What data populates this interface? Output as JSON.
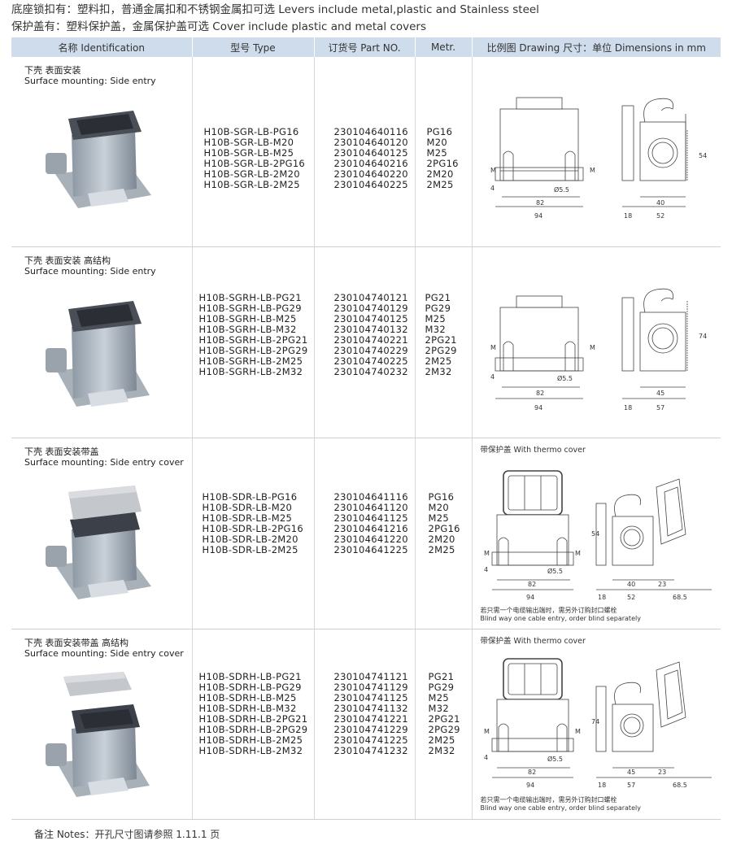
{
  "intro": {
    "line1": "底座锁扣有：塑料扣，普通金属扣和不锈钢金属扣可选 Levers include metal,plastic and Stainless steel",
    "line2": "保护盖有：塑料保护盖，金属保护盖可选 Cover include plastic and metal  covers"
  },
  "table": {
    "headers": [
      "名称 Identification",
      "型号 Type",
      "订货号 Part NO.",
      "Metr.",
      "比例图 Drawing   尺寸：单位 Dimensions in mm"
    ],
    "rows": [
      {
        "name_cn": "下壳  表面安装",
        "name_en": "Surface mounting: Side entry",
        "types": [
          "H10B-SGR-LB-PG16",
          "H10B-SGR-LB-M20",
          "H10B-SGR-LB-M25",
          "H10B-SGR-LB-2PG16",
          "H10B-SGR-LB-2M20",
          "H10B-SGR-LB-2M25"
        ],
        "parts": [
          "230104640116",
          "230104640120",
          "230104640125",
          "230104640216",
          "230104640220",
          "230104640225"
        ],
        "metr": [
          "PG16",
          "M20",
          "M25",
          "2PG16",
          "2M20",
          "2M25"
        ],
        "dims": {
          "m": "M",
          "four": "4",
          "h": "54",
          "w1": "82",
          "w2": "94",
          "hole": "Ø5.5",
          "s1": "18",
          "s2": "52",
          "s3": "40"
        }
      },
      {
        "name_cn": "下壳  表面安装  高结构",
        "name_en": "Surface mounting: Side entry",
        "types": [
          "H10B-SGRH-LB-PG21",
          "H10B-SGRH-LB-PG29",
          "H10B-SGRH-LB-M25",
          "H10B-SGRH-LB-M32",
          "H10B-SGRH-LB-2PG21",
          "H10B-SGRH-LB-2PG29",
          "H10B-SGRH-LB-2M25",
          "H10B-SGRH-LB-2M32"
        ],
        "parts": [
          "230104740121",
          "230104740129",
          "230104740125",
          "230104740132",
          "230104740221",
          "230104740229",
          "230104740225",
          "230104740232"
        ],
        "metr": [
          "PG21",
          "PG29",
          "M25",
          "M32",
          "2PG21",
          "2PG29",
          "2M25",
          "2M32"
        ],
        "dims": {
          "m": "M",
          "four": "4",
          "h": "74",
          "w1": "82",
          "w2": "94",
          "hole": "Ø5.5",
          "s1": "18",
          "s2": "57",
          "s3": "45"
        }
      },
      {
        "name_cn": "下壳  表面安装带盖",
        "name_en": "Surface mounting: Side entry cover",
        "types": [
          "H10B-SDR-LB-PG16",
          "H10B-SDR-LB-M20",
          "H10B-SDR-LB-M25",
          "H10B-SDR-LB-2PG16",
          "H10B-SDR-LB-2M20",
          "H10B-SDR-LB-2M25"
        ],
        "parts": [
          "230104641116",
          "230104641120",
          "230104641125",
          "230104641216",
          "230104641220",
          "230104641225"
        ],
        "metr": [
          "PG16",
          "M20",
          "M25",
          "2PG16",
          "2M20",
          "2M25"
        ],
        "cover_label": "带保护盖 With thermo cover",
        "note_cn": "若只需一个电缆输出端时，需另外订购封口螺栓",
        "note_en": "Blind way one cable entry, order blind separately",
        "dims": {
          "m": "M",
          "four": "4",
          "h": "54",
          "w1": "82",
          "w2": "94",
          "hole": "Ø5.5",
          "s1": "18",
          "s2": "52",
          "s3": "40",
          "s4": "23",
          "s5": "68.5"
        }
      },
      {
        "name_cn": "下壳  表面安装带盖  高结构",
        "name_en": "Surface mounting: Side entry cover",
        "types": [
          "H10B-SDRH-LB-PG21",
          "H10B-SDRH-LB-PG29",
          "H10B-SDRH-LB-M25",
          "H10B-SDRH-LB-M32",
          "H10B-SDRH-LB-2PG21",
          "H10B-SDRH-LB-2PG29",
          "H10B-SDRH-LB-2M25",
          "H10B-SDRH-LB-2M32"
        ],
        "parts": [
          "230104741121",
          "230104741129",
          "230104741125",
          "230104741132",
          "230104741221",
          "230104741229",
          "230104741225",
          "230104741232"
        ],
        "metr": [
          "PG21",
          "PG29",
          "M25",
          "M32",
          "2PG21",
          "2PG29",
          "2M25",
          "2M32"
        ],
        "cover_label": "带保护盖 With thermo cover",
        "note_cn": "若只需一个电缆输出端时，需另外订购封口螺栓",
        "note_en": "Blind way one cable entry, order blind separately",
        "dims": {
          "m": "M",
          "four": "4",
          "h": "74",
          "w1": "82",
          "w2": "94",
          "hole": "Ø5.5",
          "s1": "18",
          "s2": "57",
          "s3": "45",
          "s4": "23",
          "s5": "68.5"
        }
      }
    ]
  },
  "footer": "备注 Notes：开孔尺寸图请参照 1.11.1 页"
}
